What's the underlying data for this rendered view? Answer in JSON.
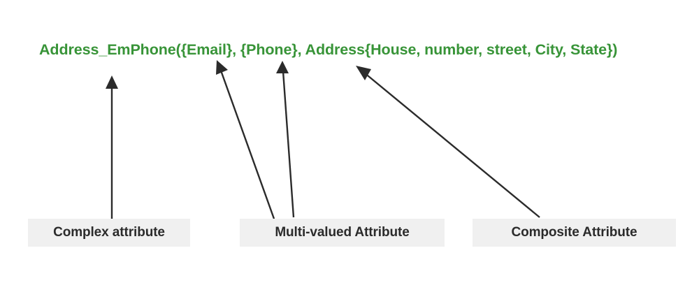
{
  "diagram": {
    "type": "annotated-expression",
    "background_color": "#ffffff",
    "expression": {
      "text": "Address_EmPhone({Email}, {Phone}, Address{House, number, street, City, State})",
      "color": "#389438",
      "entity_name": "Address_EmPhone",
      "attributes": [
        {
          "name": "{Email}",
          "kind": "multi-valued"
        },
        {
          "name": "{Phone}",
          "kind": "multi-valued"
        },
        {
          "name": "Address{House, number, street, City, State}",
          "kind": "composite"
        }
      ]
    },
    "legend": {
      "box_fill": "#f0f0f0",
      "text_color": "#2b2b2b",
      "items": [
        {
          "label": "Complex attribute"
        },
        {
          "label": "Multi-valued Attribute"
        },
        {
          "label": "Composite Attribute"
        }
      ]
    },
    "arrows": {
      "color": "#2b2b2b",
      "count": 4,
      "items": [
        {
          "from_label": "Complex attribute",
          "points_to": "Address_EmPhone"
        },
        {
          "from_label": "Multi-valued Attribute",
          "points_to": "{Email}"
        },
        {
          "from_label": "Multi-valued Attribute",
          "points_to": "{Phone}"
        },
        {
          "from_label": "Composite Attribute",
          "points_to": "Address{...}"
        }
      ]
    }
  }
}
